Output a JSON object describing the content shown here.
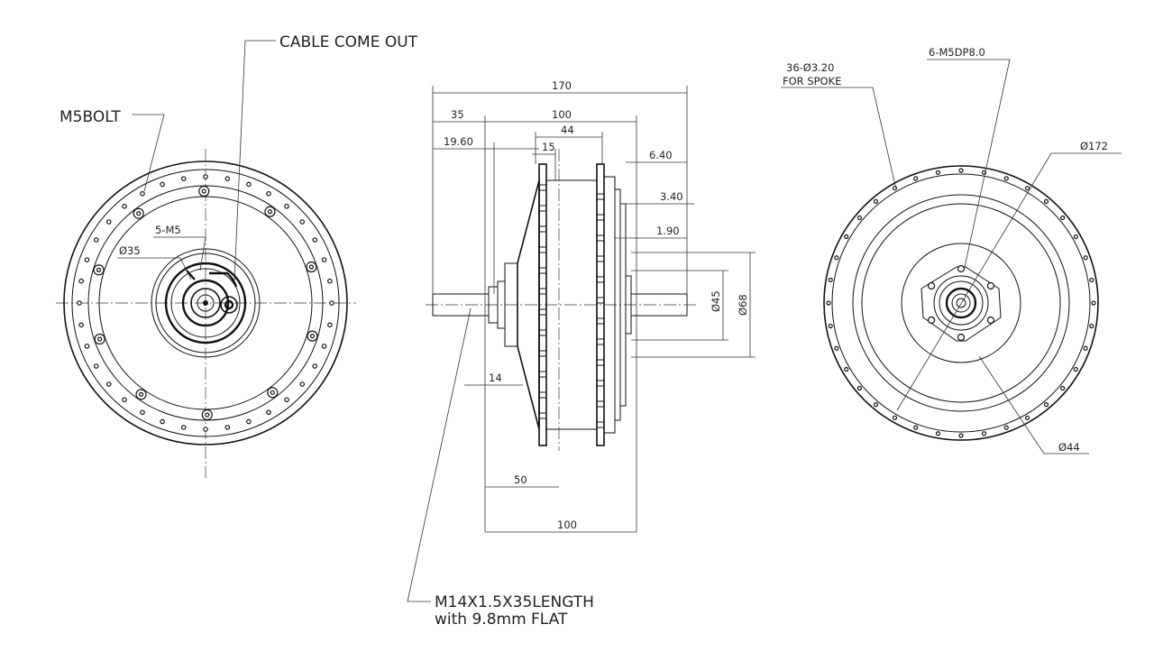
{
  "callouts": {
    "m5bolt": "M5BOLT",
    "cable": "CABLE COME OUT",
    "holes_5m5": "5-M5",
    "dia35": "Ø35",
    "spoke_line1": "36-Ø3.20",
    "spoke_line2": "FOR SPOKE",
    "m5dp": "6-M5DP8.0",
    "dia172": "Ø172",
    "dia44": "Ø44",
    "axle_line1": "M14X1.5X35LENGTH",
    "axle_line2": "with 9.8mm FLAT"
  },
  "dimensions": {
    "overall": "170",
    "axle_left": "35",
    "body_width": "100",
    "flange_gap": "44",
    "d1960": "19.60",
    "d15": "15",
    "d640": "6.40",
    "d340": "3.40",
    "d190": "1.90",
    "d45": "Ø45",
    "d68": "Ø68",
    "d14": "14",
    "d50": "50",
    "bottom_100": "100"
  },
  "colors": {
    "line": "#111111",
    "text": "#222222",
    "background": "#ffffff"
  }
}
